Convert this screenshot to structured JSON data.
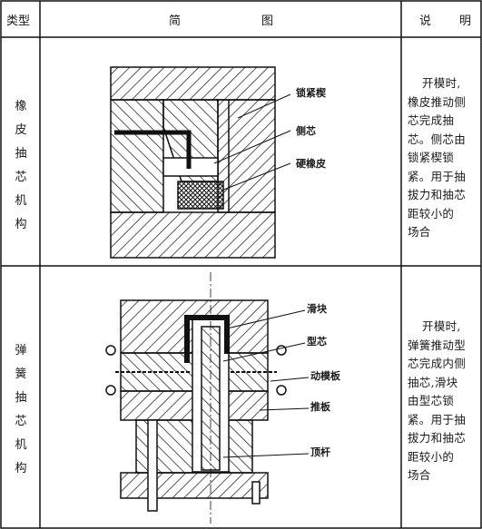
{
  "header": {
    "type_label": "类型",
    "diagram_label_1": "简",
    "diagram_label_2": "图",
    "desc_label_1": "说",
    "desc_label_2": "明"
  },
  "rows": [
    {
      "type_chars": [
        "橡",
        "皮",
        "抽",
        "芯",
        "机",
        "构"
      ],
      "labels": {
        "lock_wedge": "锁紧楔",
        "side_core": "侧芯",
        "hard_rubber": "硬橡皮"
      },
      "desc_lines": [
        "开模时,",
        "橡皮推动侧",
        "芯完成抽",
        "芯。侧芯由",
        "锁紧楔锁",
        "紧。用于抽",
        "拔力和抽芯",
        "距较小的",
        "场合"
      ]
    },
    {
      "type_chars": [
        "弹",
        "簧",
        "抽",
        "芯",
        "机",
        "构"
      ],
      "labels": {
        "slider": "滑块",
        "core": "型芯",
        "moving_plate": "动模板",
        "push_plate": "推板",
        "ejector_pin": "顶杆"
      },
      "desc_lines": [
        "开模时,",
        "弹簧推动型",
        "芯完成内侧",
        "抽芯,滑块",
        "由型芯锁",
        "紧。用于抽",
        "拔力和抽芯",
        "距较小的",
        "场合"
      ]
    }
  ]
}
